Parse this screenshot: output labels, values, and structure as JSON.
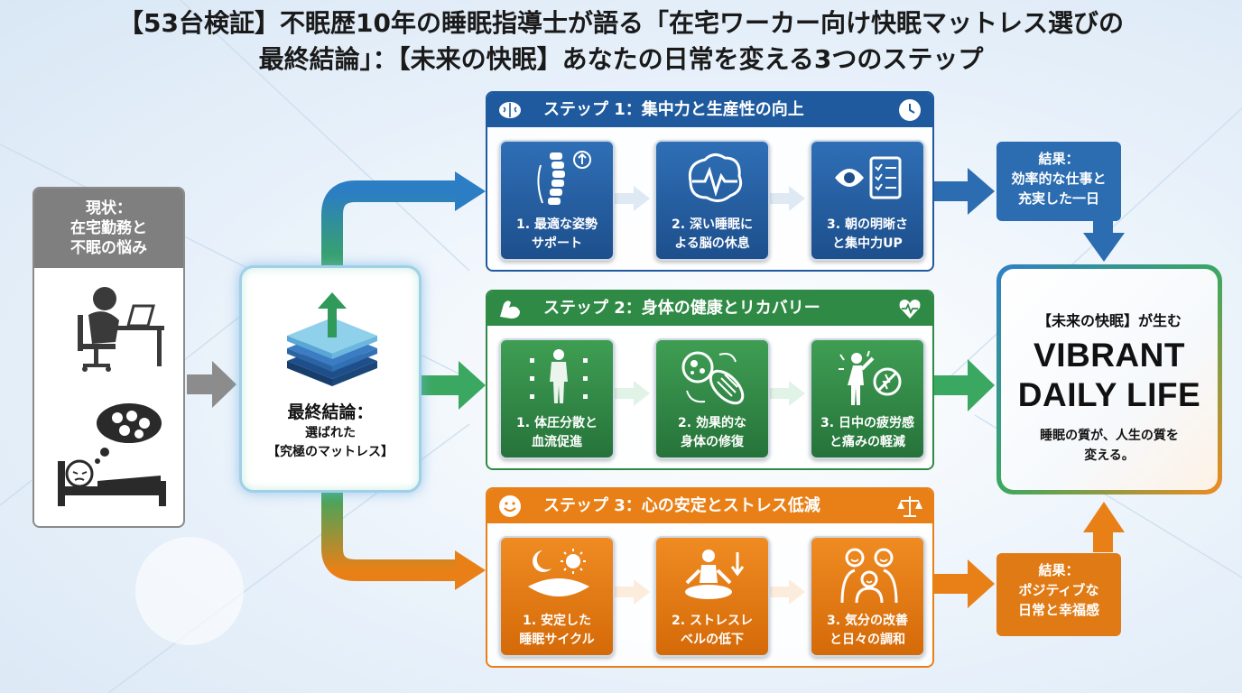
{
  "title": {
    "line1": "【53台検証】不眠歴10年の睡眠指導士が語る「在宅ワーカー向け快眠マットレス選びの",
    "line2": "最終結論」：【未来の快眠】あなたの日常を変える3つのステップ"
  },
  "current_state": {
    "lines": [
      "現状：",
      "在宅勤務と",
      "不眠の悩み"
    ]
  },
  "conclusion": {
    "line1": "最終結論：",
    "line2": "選ばれた",
    "line3": "【究極のマットレス】"
  },
  "steps": [
    {
      "title": "ステップ 1：集中力と生産性の向上",
      "cards": [
        {
          "label1": "1. 最適な姿勢",
          "label2": "サポート"
        },
        {
          "label1": "2. 深い睡眠に",
          "label2": "よる脳の休息"
        },
        {
          "label1": "3. 朝の明晰さ",
          "label2": "と集中力UP"
        }
      ]
    },
    {
      "title": "ステップ 2：身体の健康とリカバリー",
      "cards": [
        {
          "label1": "1. 体圧分散と",
          "label2": "血流促進"
        },
        {
          "label1": "2. 効果的な",
          "label2": "身体の修復"
        },
        {
          "label1": "3. 日中の疲労感",
          "label2": "と痛みの軽減"
        }
      ]
    },
    {
      "title": "ステップ 3：心の安定とストレス低減",
      "cards": [
        {
          "label1": "1. 安定した",
          "label2": "睡眠サイクル"
        },
        {
          "label1": "2. ストレスレ",
          "label2": "ベルの低下"
        },
        {
          "label1": "3. 気分の改善",
          "label2": "と日々の調和"
        }
      ]
    }
  ],
  "results": {
    "top": [
      "結果：",
      "効率的な仕事と",
      "充実した一日"
    ],
    "bottom": [
      "結果：",
      "ポジティブな",
      "日常と幸福感"
    ]
  },
  "future": {
    "line1": "【未来の快眠】が生む",
    "line2": "VIBRANT",
    "line3": "DAILY LIFE",
    "line4": "睡眠の質が、人生の質を",
    "line5": "変える。"
  },
  "colors": {
    "blue": "#1f5a9e",
    "green": "#2f8a45",
    "orange": "#e98017",
    "gray": "#7f7f7f"
  }
}
